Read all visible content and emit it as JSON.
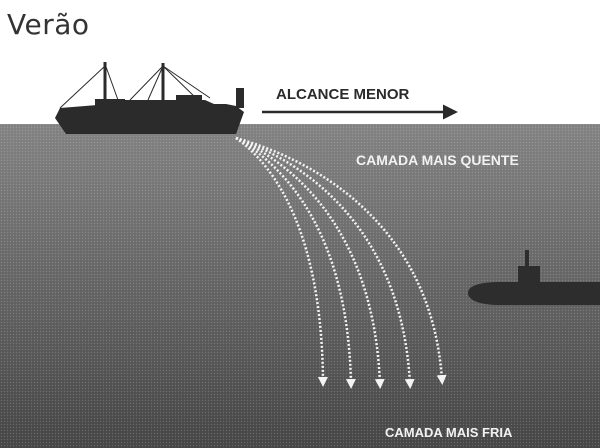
{
  "title": "Verão",
  "labels": {
    "range": "ALCANCE MENOR",
    "warm_layer": "CAMADA MAIS QUENTE",
    "cold_layer": "CAMADA MAIS FRIA"
  },
  "colors": {
    "water_top": "#7e7e7e",
    "water_bottom": "#474747",
    "ship": "#2b2b2b",
    "rays": "#f4f4f4"
  }
}
